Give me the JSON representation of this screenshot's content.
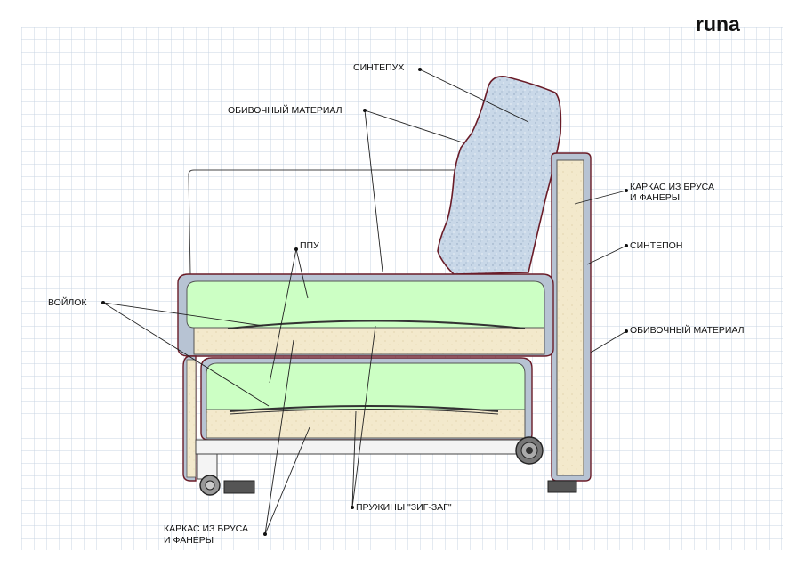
{
  "brand": "runa",
  "labels": {
    "sintepuh": "СИНТЕПУХ",
    "obivochny_top": "ОБИВОЧНЫЙ МАТЕРИАЛ",
    "karkas_right_1": "КАРКАС ИЗ БРУСА",
    "karkas_right_2": "И ФАНЕРЫ",
    "sinteporn": "СИНТЕПОН",
    "ppu": "ППУ",
    "voilok": "ВОЙЛОК",
    "obivochny_right": "ОБИВОЧНЫЙ МАТЕРИАЛ",
    "pruzhiny": "ПРУЖИНЫ \"ЗИГ-ЗАГ\"",
    "karkas_bottom_1": "КАРКАС ИЗ БРУСА",
    "karkas_bottom_2": "И ФАНЕРЫ"
  },
  "colors": {
    "grid": "#c9d4e3",
    "foam": "#ccffc4",
    "wood": "#f3e9cc",
    "down": "#c9d8e8",
    "upholstery": "#b7c3d3",
    "outline": "#6a1c28"
  }
}
